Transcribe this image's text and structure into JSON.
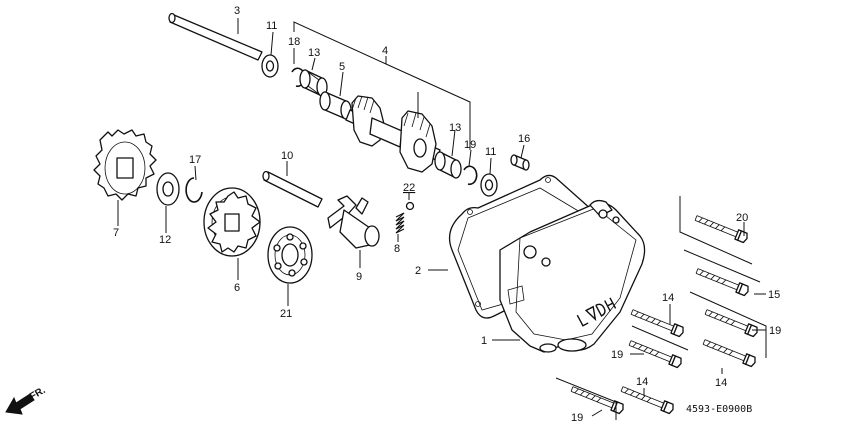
{
  "diagram": {
    "code": "4593-E0900B",
    "direction_label": "FR."
  },
  "parts": [
    {
      "id": "p1",
      "number": "1"
    },
    {
      "id": "p2",
      "number": "2"
    },
    {
      "id": "p3",
      "number": "3"
    },
    {
      "id": "p4",
      "number": "4"
    },
    {
      "id": "p5",
      "number": "5"
    },
    {
      "id": "p6",
      "number": "6"
    },
    {
      "id": "p7",
      "number": "7"
    },
    {
      "id": "p8",
      "number": "8"
    },
    {
      "id": "p9",
      "number": "9"
    },
    {
      "id": "p10",
      "number": "10"
    },
    {
      "id": "p11a",
      "number": "11"
    },
    {
      "id": "p11b",
      "number": "11"
    },
    {
      "id": "p12",
      "number": "12"
    },
    {
      "id": "p13a",
      "number": "13"
    },
    {
      "id": "p13b",
      "number": "13"
    },
    {
      "id": "p14a",
      "number": "14"
    },
    {
      "id": "p14b",
      "number": "14"
    },
    {
      "id": "p14c",
      "number": "14"
    },
    {
      "id": "p15",
      "number": "15"
    },
    {
      "id": "p16",
      "number": "16"
    },
    {
      "id": "p17",
      "number": "17"
    },
    {
      "id": "p18a",
      "number": "18"
    },
    {
      "id": "p18b",
      "number": "18"
    },
    {
      "id": "p19a",
      "number": "19"
    },
    {
      "id": "p19b",
      "number": "19"
    },
    {
      "id": "p19c",
      "number": "19"
    },
    {
      "id": "p20",
      "number": "20"
    },
    {
      "id": "p21",
      "number": "21"
    },
    {
      "id": "p22",
      "number": "22"
    }
  ]
}
